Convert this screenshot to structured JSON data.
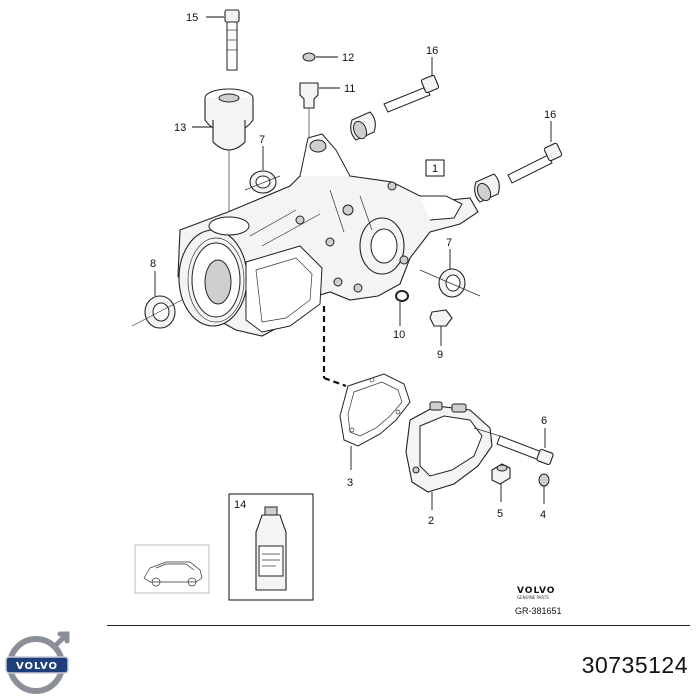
{
  "callouts": {
    "c15": "15",
    "c12": "12",
    "c11": "11",
    "c16a": "16",
    "c16b": "16",
    "c13": "13",
    "c7a": "7",
    "c1": "1",
    "c7b": "7",
    "c8": "8",
    "c10": "10",
    "c9": "9",
    "c6": "6",
    "c3": "3",
    "c2": "2",
    "c5": "5",
    "c4": "4",
    "c14": "14"
  },
  "brand": {
    "name": "VOLVO",
    "tagline": "GENUINE PARTS",
    "reference": "GR-381651",
    "logo_text": "VOLVO"
  },
  "part_number": "30735124",
  "colors": {
    "logo_blue": "#1f3f7a",
    "logo_steel": "#8a8f98"
  }
}
